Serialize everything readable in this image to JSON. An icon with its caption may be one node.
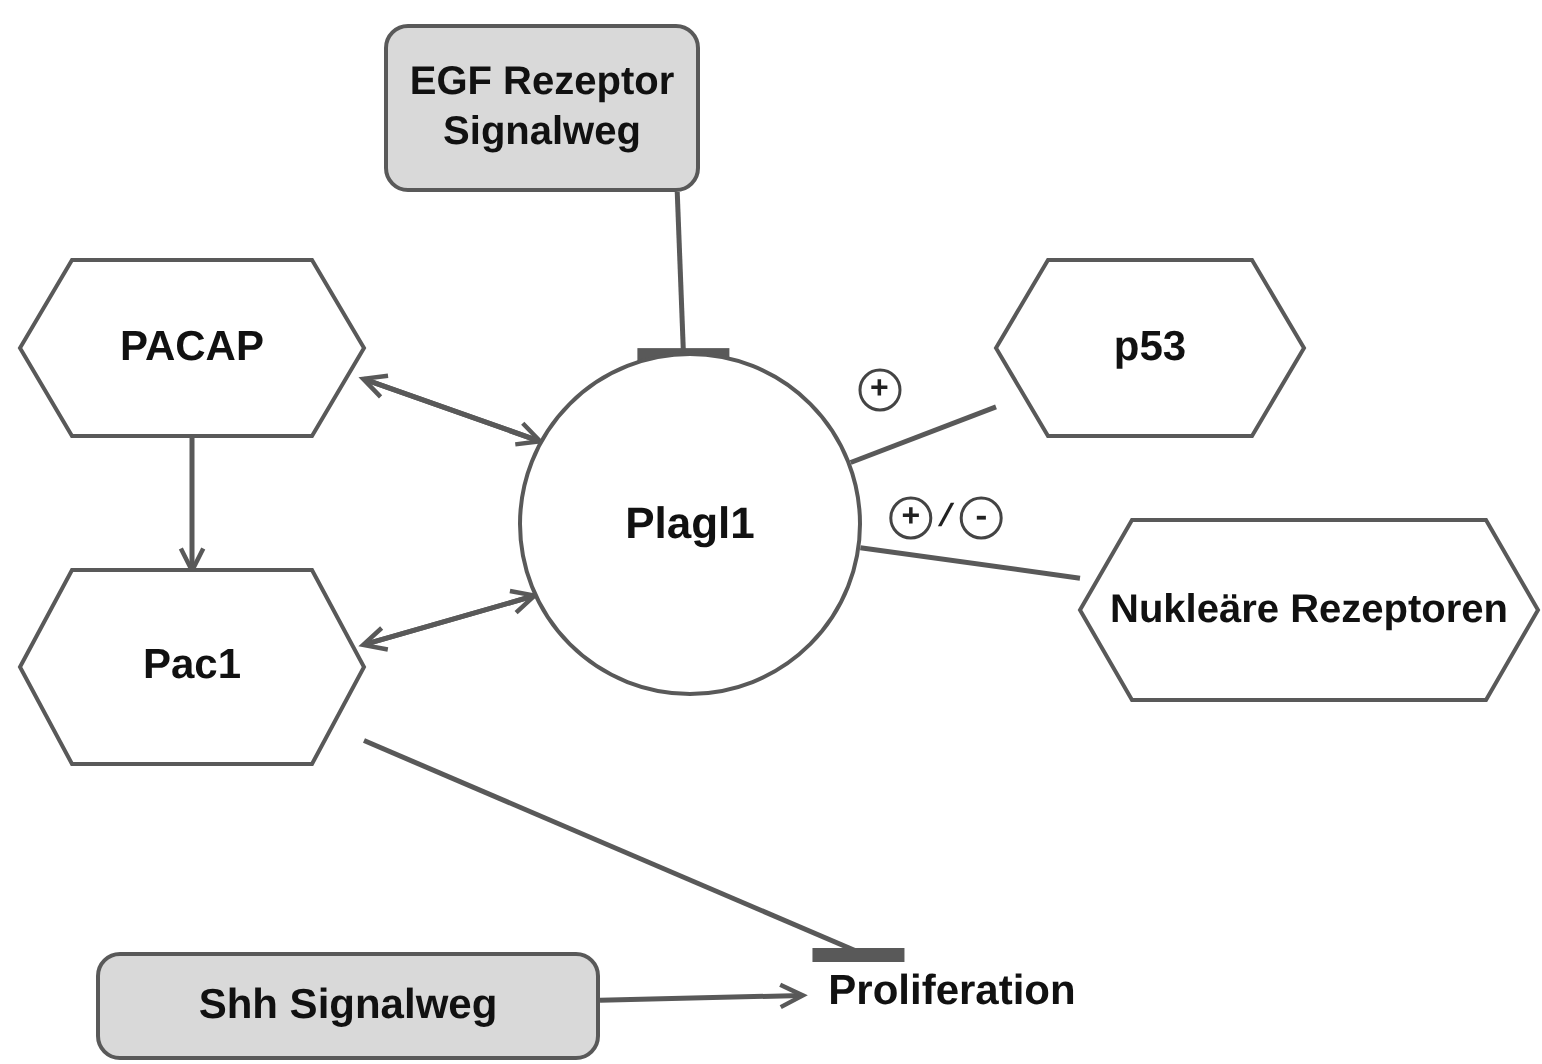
{
  "diagram": {
    "nodes": [
      {
        "text": [
          "EGF Rezeptor Signalweg"
        ]
      },
      {
        "text": [
          "PACAP"
        ]
      },
      {
        "text": [
          "Plagl1"
        ]
      },
      {
        "text": [
          "p53"
        ]
      },
      {
        "text": [
          "Pac1"
        ]
      },
      {
        "text": [
          "Nukleäre Rezeptoren"
        ]
      },
      {
        "text": [
          "Shh Signalweg"
        ]
      },
      {
        "text": [
          "Proliferation"
        ]
      }
    ],
    "edges": [
      {
        "from": 0,
        "to": 2,
        "arrow": "other"
      },
      {
        "from": 1,
        "to": 2,
        "arrow": "to"
      },
      {
        "from": 2,
        "to": 1,
        "arrow": "to"
      },
      {
        "from": 2,
        "to": 4,
        "arrow": "to"
      },
      {
        "from": 4,
        "to": 2,
        "arrow": "to"
      },
      {
        "from": 1,
        "to": 4,
        "arrow": "to"
      },
      {
        "from": 2,
        "to": 3,
        "arrow": "none",
        "label": "+"
      },
      {
        "from": 2,
        "to": 5,
        "arrow": "none",
        "label": "+/-"
      },
      {
        "from": 4,
        "to": 7,
        "arrow": "other"
      },
      {
        "from": 6,
        "to": 7,
        "arrow": "to"
      }
    ]
  }
}
